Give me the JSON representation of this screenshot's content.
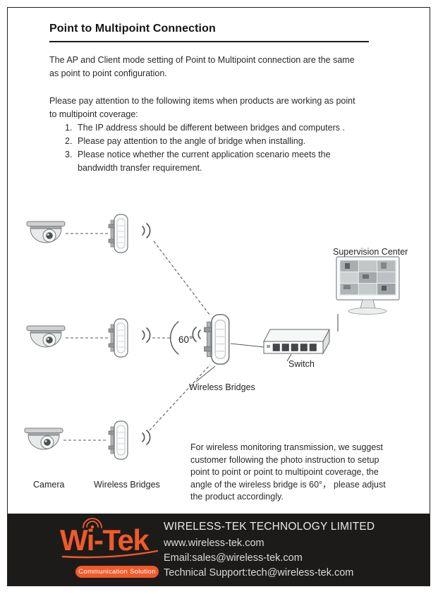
{
  "page": {
    "title": "Point to Multipoint Connection"
  },
  "intro": {
    "para1": "The AP and Client mode setting of Point to Multipoint connection are the same\nas point to point configuration.",
    "para2": "Please pay attention to the following items when products are working as point\nto multipoint coverage:"
  },
  "attention_list": {
    "items": [
      {
        "num": "1.",
        "text": "The IP address should be different between bridges and computers ."
      },
      {
        "num": "2.",
        "text": "Please pay attention to the angle of bridge when installing."
      },
      {
        "num": "3.",
        "text": "Please notice whether the current application scenario meets the\nbandwidth transfer requirement."
      }
    ]
  },
  "diagram": {
    "labels": {
      "supervision_center": "Supervision Center",
      "switch": "Switch",
      "wireless_bridges_center": "Wireless Bridges",
      "angle": "60°",
      "camera": "Camera",
      "wireless_bridges_bottom": "Wireless Bridges"
    },
    "note": "For wireless monitoring transmission, we suggest\ncustomer following the photo instruction to setup\npoint to point or point to multipoint coverage, the\nangle of the wireless bridge is 60°， please adjust\nthe product accordingly."
  },
  "footer": {
    "logo_text": "Wi-Tek",
    "logo_tagline": "Communication Solution",
    "company": "WIRELESS-TEK TECHNOLOGY LIMITED",
    "website": "www.wireless-tek.com",
    "email": "Email:sales@wireless-tek.com",
    "support": "Technical Support:tech@wireless-tek.com"
  },
  "colors": {
    "accent_orange": "#f15a29",
    "footer_bar": "#1d1b1a",
    "body_text": "#2a2a2a"
  }
}
